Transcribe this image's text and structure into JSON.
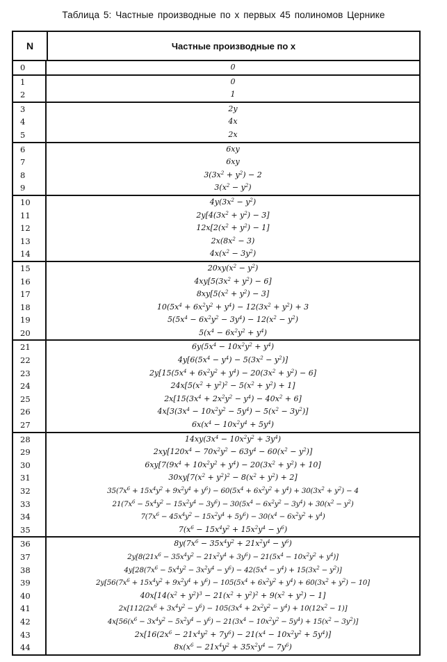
{
  "caption": "Таблица 5:   Частные производные по x первых 45 полиномов Цернике",
  "header": {
    "n": "N",
    "formula": "Частные производные по x"
  },
  "groups": [
    [
      [
        "0",
        "0"
      ]
    ],
    [
      [
        "1",
        "0"
      ],
      [
        "2",
        "1"
      ]
    ],
    [
      [
        "3",
        "2y"
      ],
      [
        "4",
        "4x"
      ],
      [
        "5",
        "2x"
      ]
    ],
    [
      [
        "6",
        "6xy"
      ],
      [
        "7",
        "6xy"
      ],
      [
        "8",
        "3(3x^2 + y^2) − 2"
      ],
      [
        "9",
        "3(x^2 − y^2)"
      ]
    ],
    [
      [
        "10",
        "4y(3x^2 − y^2)"
      ],
      [
        "11",
        "2y[4(3x^2 + y^2) − 3]"
      ],
      [
        "12",
        "12x[2(x^2 + y^2) − 1]"
      ],
      [
        "13",
        "2x(8x^2 − 3)"
      ],
      [
        "14",
        "4x(x^2 − 3y^2)"
      ]
    ],
    [
      [
        "15",
        "20xy(x^2 − y^2)"
      ],
      [
        "16",
        "4xy[5(3x^2 + y^2) − 6]"
      ],
      [
        "17",
        "8xy[5(x^2 + y^2) − 3]"
      ],
      [
        "18",
        "10(5x^4 + 6x^2y^2 + y^4) − 12(3x^2 + y^2) + 3"
      ],
      [
        "19",
        "5(5x^4 − 6x^2y^2 − 3y^4) − 12(x^2 − y^2)"
      ],
      [
        "20",
        "5(x^4 − 6x^2y^2 + y^4)"
      ]
    ],
    [
      [
        "21",
        "6y(5x^4 − 10x^2y^2 + y^4)"
      ],
      [
        "22",
        "4y[6(5x^4 − y^4) − 5(3x^2 − y^2)]"
      ],
      [
        "23",
        "2y[15(5x^4 + 6x^2y^2 + y^4) − 20(3x^2 + y^2) − 6]"
      ],
      [
        "24",
        "24x[5(x^2 + y^2)^2 − 5(x^2 + y^2) + 1]"
      ],
      [
        "25",
        "2x[15(3x^4 + 2x^2y^2 − y^4) − 40x^2 + 6]"
      ],
      [
        "26",
        "4x[3(3x^4 − 10x^2y^2 − 5y^4) − 5(x^2 − 3y^2)]"
      ],
      [
        "27",
        "6x(x^4 − 10x^2y^4 + 5y^4)"
      ]
    ],
    [
      [
        "28",
        "14xy(3x^4 − 10x^2y^2 + 3y^4)"
      ],
      [
        "29",
        "2xy[120x^4 − 70x^2y^2 − 63y^4 − 60(x^2 − y^2)]"
      ],
      [
        "30",
        "6xy[7(9x^4 + 10x^2y^2 + y^4) − 20(3x^2 + y^2) + 10]"
      ],
      [
        "31",
        "30xy[7(x^2 + y^2)^2 − 8(x^2 + y^2) + 2]"
      ],
      [
        "32",
        "35(7x^6 + 15x^4y^2 + 9x^2y^4 + y^6) − 60(5x^4 + 6x^2y^2 + y^4) + 30(3x^2 + y^2) − 4"
      ],
      [
        "33",
        "21(7x^6 − 5x^4y^2 − 15x^2y^4 − 3y^6) − 30(5x^4 − 6x^2y^2 − 3y^4) + 30(x^2 − y^2)"
      ],
      [
        "34",
        "7(7x^6 − 45x^4y^2 − 15x^2y^4 + 5y^6) − 30(x^4 − 6x^2y^2 + y^4)"
      ],
      [
        "35",
        "7(x^6 − 15x^4y^2 + 15x^2y^4 − y^6)"
      ]
    ],
    [
      [
        "36",
        "8y(7x^6 − 35x^4y^2 + 21x^2y^4 − y^6)"
      ],
      [
        "37",
        "2y[8(21x^6 − 35x^4y^2 − 21x^2y^4 + 3y^6) − 21(5x^4 − 10x^2y^2 + y^4)]"
      ],
      [
        "38",
        "4y[28(7x^6 − 5x^4y^2 − 3x^2y^4 − y^6) − 42(5x^4 − y^4) + 15(3x^2 − y^2)]"
      ],
      [
        "39",
        "2y[56(7x^6 + 15x^4y^2 + 9x^2y^4 + y^6) − 105(5x^4 + 6x^2y^2 + y^4) + 60(3x^2 + y^2) − 10]"
      ],
      [
        "40",
        "40x[14(x^2 + y^2)^3 − 21(x^2 + y^2)^2 + 9(x^2 + y^2) − 1]"
      ],
      [
        "41",
        "2x[112(2x^6 + 3x^4y^2 − y^6) − 105(3x^4 + 2x^2y^2 − y^4) + 10(12x^2 − 1)]"
      ],
      [
        "42",
        "4x[56(x^6 − 3x^4y^2 − 5x^2y^4 − y^6) − 21(3x^4 − 10x^2y^2 − 5y^4) + 15(x^2 − 3y^2)]"
      ],
      [
        "43",
        "2x[16(2x^6 − 21x^4y^2 + 7y^6) − 21(x^4 − 10x^2y^2 + 5y^4)]"
      ],
      [
        "44",
        "8x(x^6 − 21x^4y^2 + 35x^2y^4 − 7y^6)"
      ]
    ]
  ]
}
